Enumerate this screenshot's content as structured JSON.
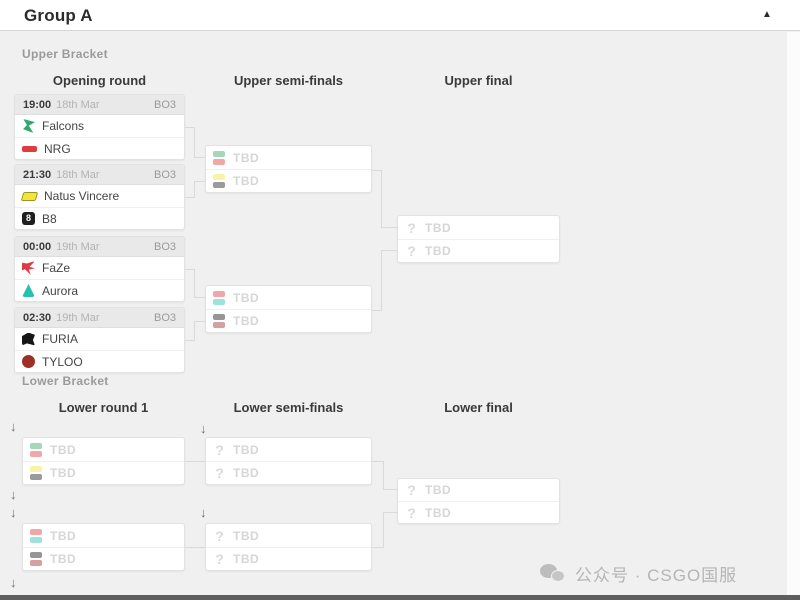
{
  "header": {
    "title": "Group A",
    "collapse_icon": "▲"
  },
  "upper": {
    "label": "Upper Bracket",
    "columns": {
      "round1": "Opening round",
      "semis": "Upper semi-finals",
      "final": "Upper final"
    },
    "matches": [
      {
        "time": "19:00",
        "date": "18th Mar",
        "format": "BO3"
      },
      {
        "time": "21:30",
        "date": "18th Mar",
        "format": "BO3"
      },
      {
        "time": "00:00",
        "date": "19th Mar",
        "format": "BO3"
      },
      {
        "time": "02:30",
        "date": "19th Mar",
        "format": "BO3"
      }
    ]
  },
  "lower": {
    "label": "Lower Bracket",
    "columns": {
      "round1": "Lower round 1",
      "semis": "Lower semi-finals",
      "final": "Lower final"
    }
  },
  "teams": {
    "falcons": {
      "name": "Falcons",
      "color": "#33a868"
    },
    "nrg": {
      "name": "NRG",
      "color": "#df3c3c"
    },
    "navi": {
      "name": "Natus Vincere",
      "color": "#f2e43b"
    },
    "b8": {
      "name": "B8",
      "color": "#1f1f1f",
      "glyph": "8"
    },
    "faze": {
      "name": "FaZe",
      "color": "#e03a46"
    },
    "aurora": {
      "name": "Aurora",
      "color": "#26c2ae"
    },
    "furia": {
      "name": "FURIA",
      "color": "#161616"
    },
    "tyloo": {
      "name": "TYLOO",
      "color": "#9e2f28"
    }
  },
  "placeholder": {
    "label": "TBD",
    "question_icon": "?"
  },
  "drop_arrow": "↓",
  "watermark": {
    "text": "公众号 · CSGO国服"
  },
  "colors": {
    "page_bg": "#f0f0f1",
    "card_header_bg": "#e9e9e9",
    "connector": "#d9d9d9",
    "accent_green": "#33a868"
  }
}
